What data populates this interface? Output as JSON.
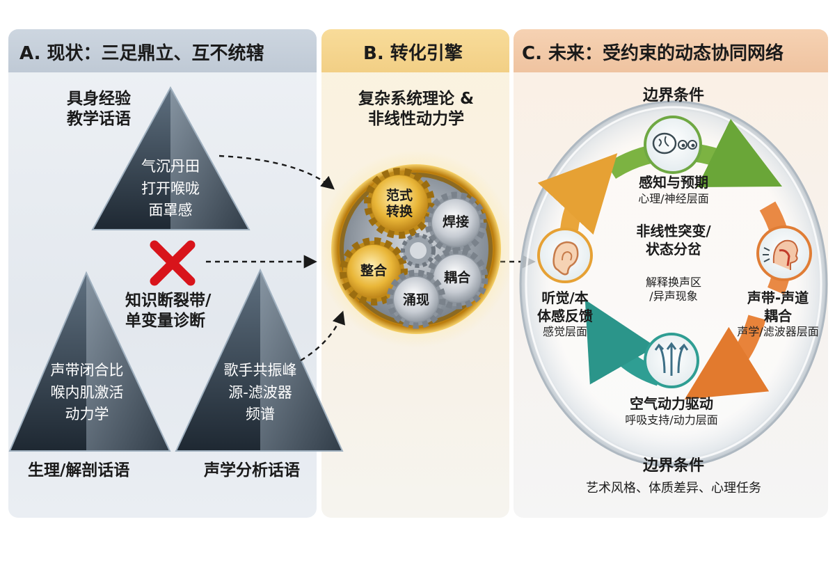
{
  "panel_a": {
    "title": "A. 现状：三足鼎立、互不统辖",
    "top_triangle": {
      "caption_line1": "具身经验",
      "caption_line2": "教学话语",
      "items": [
        "气沉丹田",
        "打开喉咙",
        "面罩感"
      ]
    },
    "left_triangle": {
      "caption": "生理/解剖话语",
      "items": [
        "声带闭合比",
        "喉内肌激活",
        "动力学"
      ]
    },
    "right_triangle": {
      "caption": "声学分析话语",
      "items": [
        "歌手共振峰",
        "源-滤波器",
        "频谱"
      ]
    },
    "fracture_line1": "知识断裂带/",
    "fracture_line2": "单变量诊断"
  },
  "panel_b": {
    "title": "B. 转化引擎",
    "subtitle_line1": "复杂系统理论 &",
    "subtitle_line2": "非线性动力学",
    "gears": {
      "paradigm_line1": "范式",
      "paradigm_line2": "转换",
      "weld": "焊接",
      "integrate": "整合",
      "couple": "耦合",
      "emerge": "涌现"
    }
  },
  "panel_c": {
    "title": "C. 未来：受约束的动态协同网络",
    "top_boundary": "边界条件",
    "perception": {
      "label": "感知与预期",
      "sub": "心理/神经层面"
    },
    "fold": {
      "label_line1": "声带-声道",
      "label_line2": "耦合",
      "sub": "声学/滤波器层面"
    },
    "air": {
      "label": "空气动力驱动",
      "sub": "呼吸支持/动力层面"
    },
    "hearing": {
      "label_line1": "听觉/本",
      "label_line2": "体感反馈",
      "sub": "感觉层面"
    },
    "center": {
      "line1": "非线性突变/",
      "line2": "状态分岔",
      "sub1": "解释换声区",
      "sub2": "/异声现象"
    },
    "bottom_boundary": "边界条件",
    "bottom_sub": "艺术风格、体质差异、心理任务"
  },
  "colors": {
    "triangle_dark": "#2b3641",
    "triangle_light": "#8fa0b0",
    "cross_red": "#d8141b",
    "gold": "#e0a520",
    "arrow_green": "#7cb342",
    "arrow_orange": "#e8833a",
    "arrow_teal": "#2f9e93",
    "arrow_amber": "#e9a53a"
  },
  "icons": [
    "brain-eyes-icon",
    "head-throat-icon",
    "airflow-icon",
    "ear-icon",
    "red-cross-icon"
  ]
}
